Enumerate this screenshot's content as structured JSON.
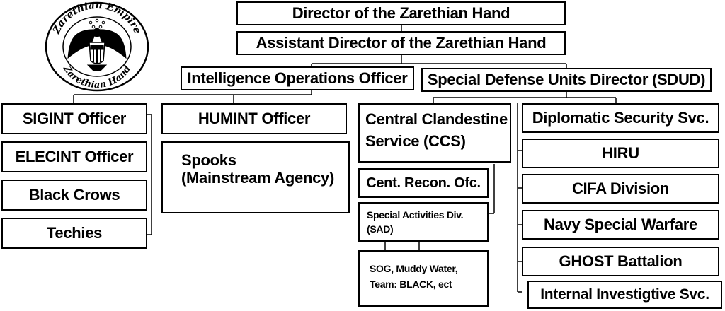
{
  "seal": {
    "top_text": "Zarethian Empire",
    "bottom_text": "Zarethian Hand"
  },
  "nodes": {
    "director": "Director of the Zarethian Hand",
    "assistant_director": "Assistant Director of the Zarethian Hand",
    "intel_ops": "Intelligence Operations Officer",
    "sdud": "Special Defense Units Director (SDUD)",
    "sigint": "SIGINT Officer",
    "elecint": "ELECINT Officer",
    "black_crows": "Black Crows",
    "techies": "Techies",
    "humint": "HUMINT Officer",
    "spooks_line1": "Spooks",
    "spooks_line2": "(Mainstream Agency)",
    "ccs_line1": "Central Clandestine",
    "ccs_line2": "Service (CCS)",
    "recon": "Cent. Recon. Ofc.",
    "sad_line1": "Special Activities Div.",
    "sad_line2": "(SAD)",
    "sog_line1": "SOG, Muddy Water,",
    "sog_line2": "Team: BLACK, ect",
    "dss": "Diplomatic Security Svc.",
    "hiru": "HIRU",
    "cifa": "CIFA Division",
    "navy": "Navy Special Warfare",
    "ghost": "GHOST Battalion",
    "internal": "Internal Investigtive Svc."
  }
}
